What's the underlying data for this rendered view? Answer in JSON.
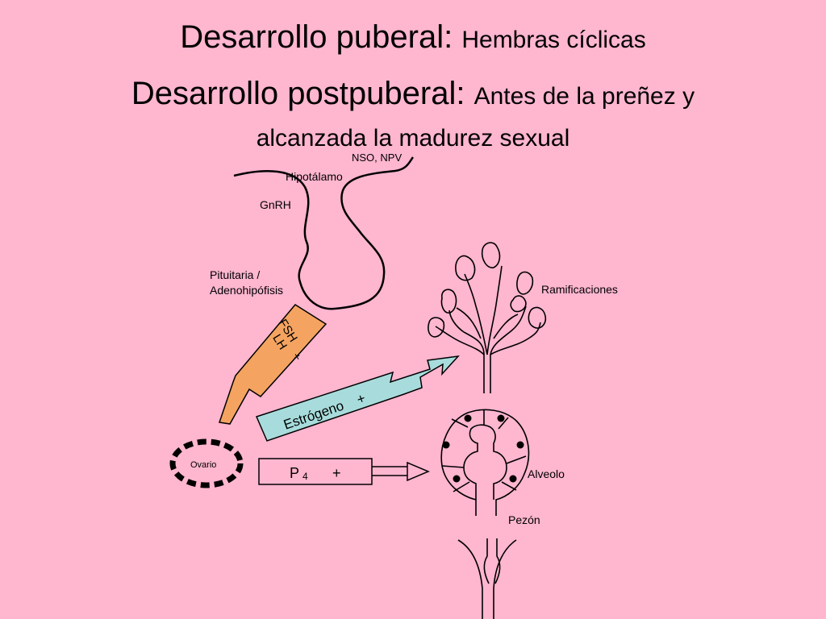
{
  "title": {
    "line1_main": "Desarrollo puberal:",
    "line1_sub": "Hembras cíclicas",
    "line2_main": "Desarrollo postpuberal:",
    "line2_sub_a": "Antes de la preñez y",
    "line2_sub_b": "alcanzada la madurez sexual"
  },
  "labels": {
    "nso": "NSO, NPV",
    "hipotalamo": "Hipotálamo",
    "gnrh": "GnRH",
    "pituitaria_a": "Pituitaria /",
    "pituitaria_b": "Adenohipófisis",
    "fsh": "FSH",
    "lh": "LH",
    "plus_fsh": "+",
    "estrogeno": "Estrógeno",
    "plus_estrogeno": "+",
    "ovario": "Ovario",
    "p": "P",
    "p_sub": "4",
    "plus_p": "+",
    "ramificaciones": "Ramificaciones",
    "alveolo": "Alveolo",
    "pezon": "Pezón"
  },
  "colors": {
    "background": "#ffb6cf",
    "fsh_arrow": "#f4a460",
    "estrogen_arrow": "#a8dcdc",
    "p4_arrow": "#ffb6cf",
    "line": "#000000"
  }
}
